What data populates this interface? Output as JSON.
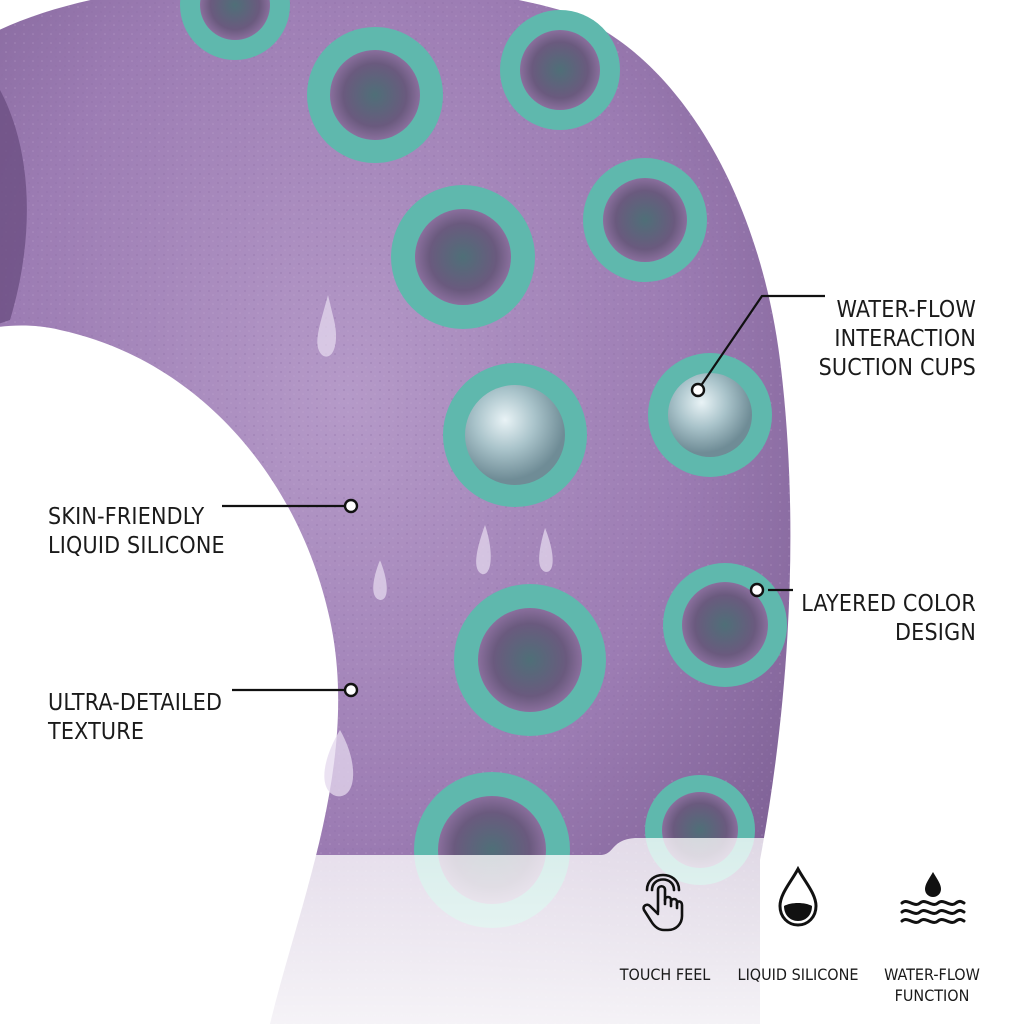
{
  "callouts": {
    "water_flow_suction": {
      "line1": "WATER-FLOW",
      "line2": "INTERACTION",
      "line3": "SUCTION CUPS"
    },
    "skin_friendly": {
      "line1": "SKIN-FRIENDLY",
      "line2": "LIQUID SILICONE"
    },
    "layered_color": {
      "line1": "LAYERED COLOR",
      "line2": "DESIGN"
    },
    "ultra_detailed": {
      "line1": "ULTRA-DETAILED",
      "line2": "TEXTURE"
    }
  },
  "features": [
    {
      "icon": "hand-touch-icon",
      "label": "TOUCH FEEL"
    },
    {
      "icon": "water-drop-icon",
      "label": "LIQUID SILICONE"
    },
    {
      "icon": "water-waves-icon",
      "label_line1": "WATER-FLOW",
      "label_line2": "FUNCTION"
    }
  ],
  "colors": {
    "silicone_body": "#a283b8",
    "suction_cup_rim": "#5fb8ad",
    "text": "#1a1a1a",
    "background": "#ffffff"
  }
}
